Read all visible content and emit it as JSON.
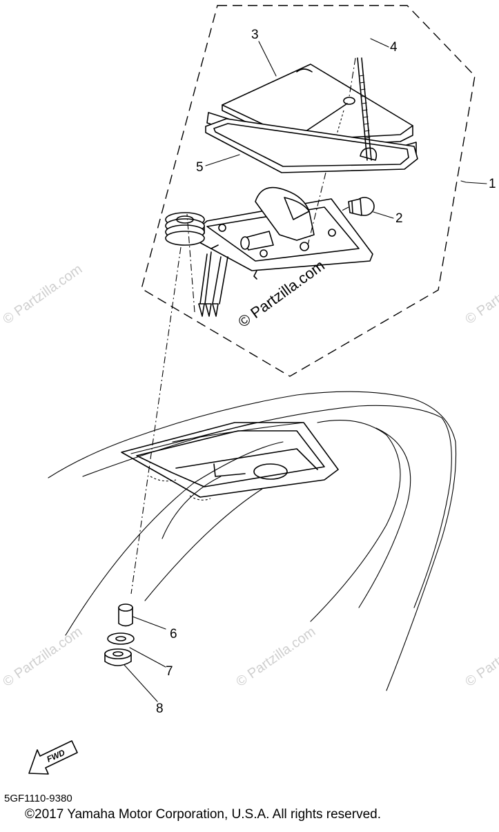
{
  "diagram": {
    "callouts": [
      "1",
      "2",
      "3",
      "4",
      "5",
      "6",
      "7",
      "8"
    ],
    "watermark": "© Partzilla.com",
    "direction_label": "FWD"
  },
  "footer": {
    "part_code": "5GF1110-9380",
    "copyright": "©2017  Yamaha Motor Corporation, U.S.A. All rights reserved."
  }
}
